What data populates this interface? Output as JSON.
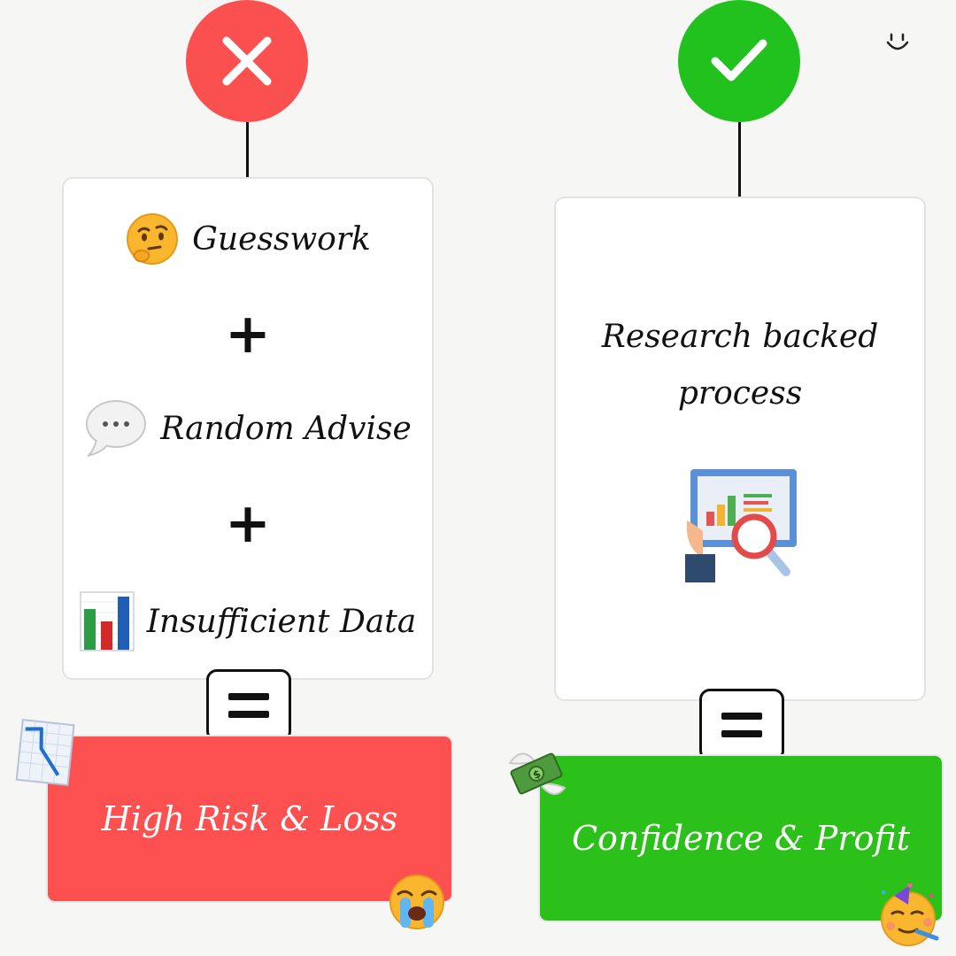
{
  "left": {
    "icon": "x-icon",
    "color": "#fb5050",
    "items": [
      {
        "icon": "thinking-face-icon",
        "label": "Guesswork"
      },
      {
        "icon": "speech-bubble-icon",
        "label": "Random Advise"
      },
      {
        "icon": "bar-chart-icon",
        "label": "Insufficient Data"
      }
    ],
    "operator": "+",
    "equals": "=",
    "result": "High Risk & Loss",
    "result_color": "#fd5151"
  },
  "right": {
    "icon": "check-icon",
    "color": "#21c21e",
    "process_line1": "Research backed",
    "process_line2": "process",
    "process_icon": "data-analysis-icon",
    "equals": "=",
    "result": "Confidence & Profit",
    "result_color": "#2cc11a"
  },
  "corner_icon": "smiley-icon"
}
